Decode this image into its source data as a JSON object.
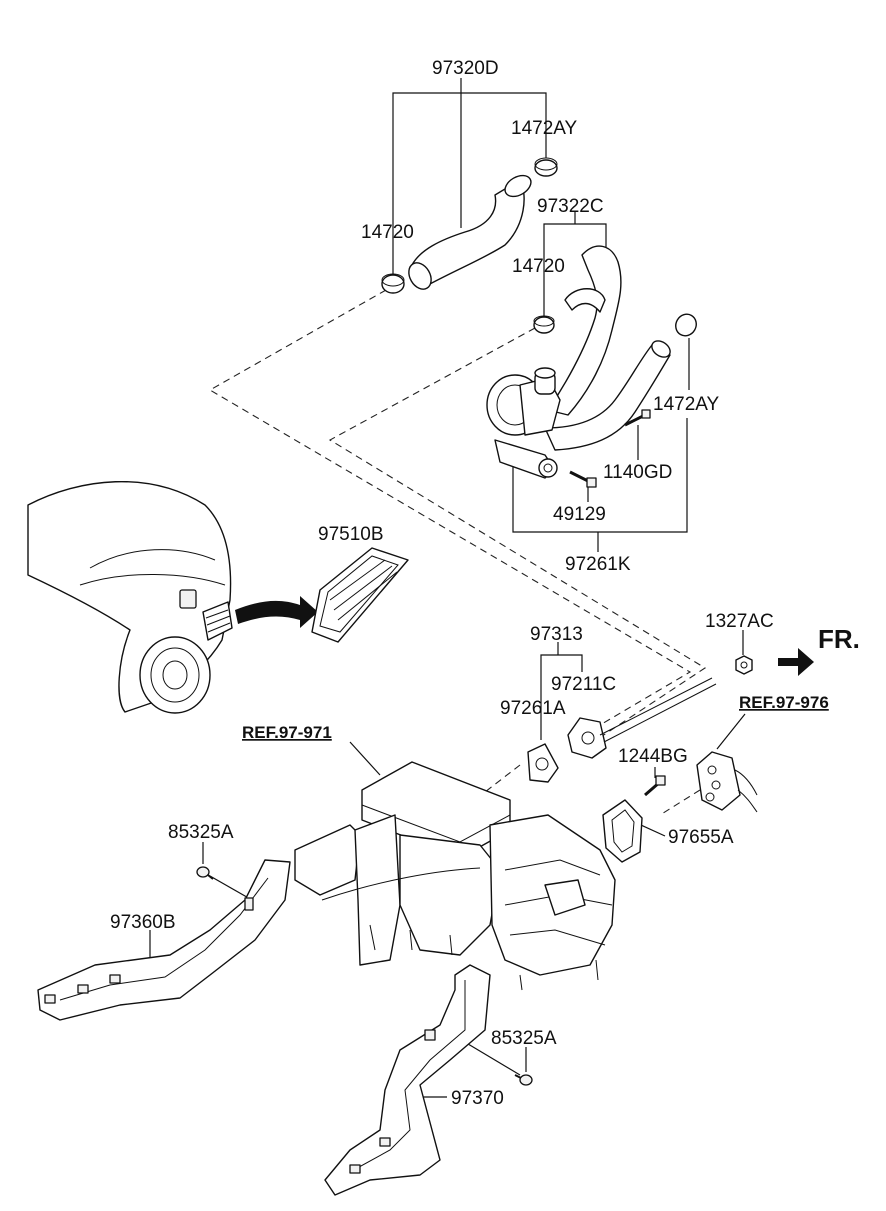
{
  "labels": {
    "hose_assy": "97320D",
    "clamp_top_right": "1472AY",
    "clamp_left": "14720",
    "hose_c": "97322C",
    "clamp_mid": "14720",
    "clamp_right": "1472AY",
    "bolt_pump": "1140GD",
    "bolt_bracket": "49129",
    "pump_assy": "97261K",
    "grille": "97510B",
    "seal_assy": "97313",
    "seal_c": "97211C",
    "seal_a": "97261A",
    "nut": "1327AC",
    "bolt_bg": "1244BG",
    "gasket": "97655A",
    "screw_left": "85325A",
    "duct_left": "97360B",
    "screw_bottom": "85325A",
    "duct_bottom": "97370",
    "ref_971": "REF.97-971",
    "ref_976": "REF.97-976",
    "front_marker": "FR."
  },
  "icons": {
    "front_arrow": "arrow-right-icon",
    "pump": "water-pump-icon",
    "car": "car-rear-icon"
  }
}
